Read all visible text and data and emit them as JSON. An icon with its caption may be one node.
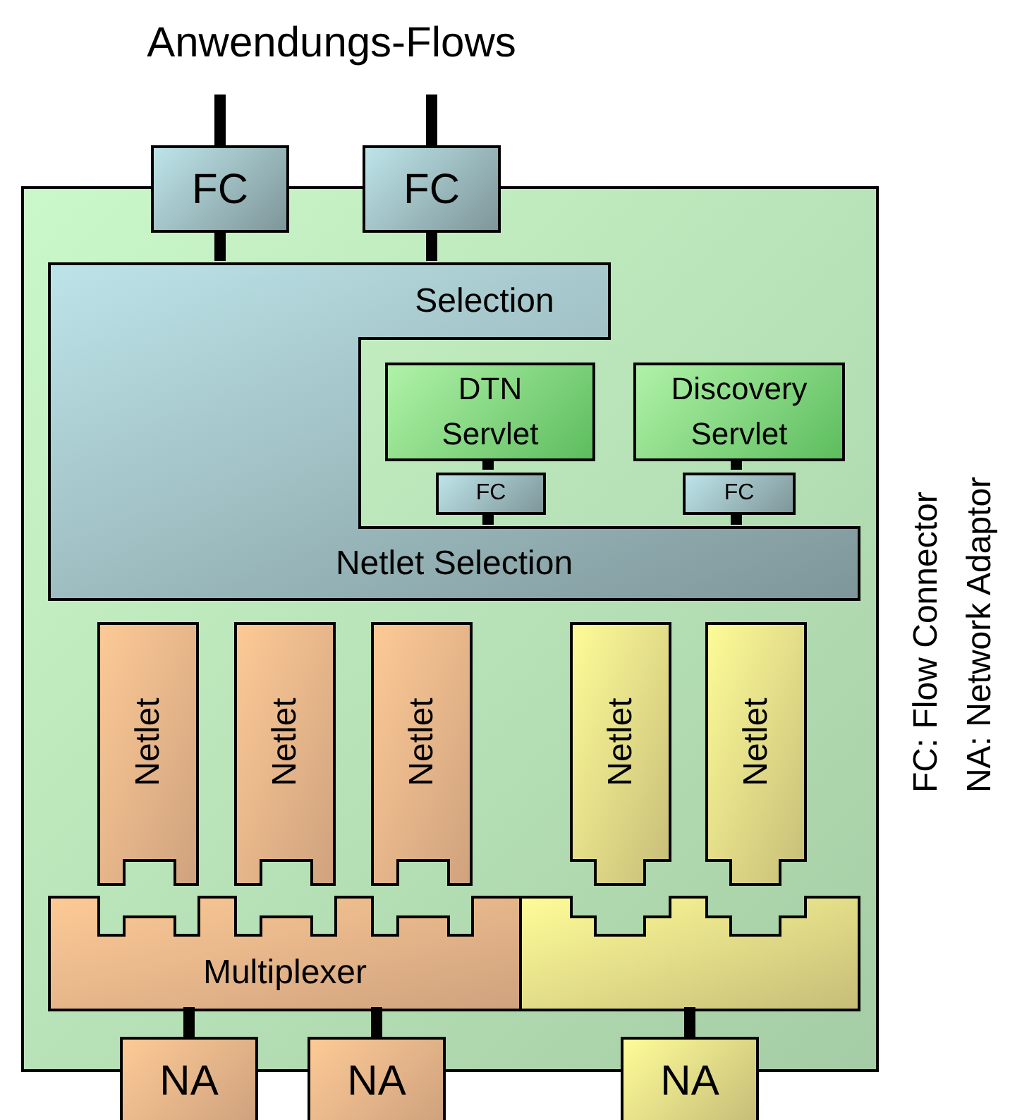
{
  "diagram": {
    "title": "Anwendungs-Flows",
    "nodes": [
      {
        "text": [],
        "shape": "box"
      },
      {
        "text": [
          "FC"
        ]
      },
      {
        "text": [
          "FC"
        ]
      },
      {
        "text": [
          "Selection",
          "Netlet Selection"
        ],
        "in": 0
      },
      {
        "text": [
          "DTN Servlet"
        ],
        "in": 0
      },
      {
        "text": [
          "Discovery Servlet"
        ],
        "in": 0
      },
      {
        "text": [
          "FC"
        ],
        "in": 0
      },
      {
        "text": [
          "FC"
        ],
        "in": 0
      },
      {
        "text": [
          "Netlet"
        ],
        "in": 0
      },
      {
        "text": [
          "Netlet"
        ],
        "in": 0
      },
      {
        "text": [
          "Netlet"
        ],
        "in": 0
      },
      {
        "text": [
          "Netlet"
        ],
        "in": 0
      },
      {
        "text": [
          "Netlet"
        ],
        "in": 0
      },
      {
        "text": [
          "Multiplexer"
        ],
        "in": 0
      },
      {
        "text": [],
        "shape": "box",
        "in": 0
      },
      {
        "text": [
          "NA"
        ]
      },
      {
        "text": [
          "NA"
        ]
      },
      {
        "text": [
          "NA"
        ]
      }
    ],
    "edges": [
      {
        "from": null,
        "to": 1,
        "arrow": "none"
      },
      {
        "from": null,
        "to": 2,
        "arrow": "none"
      },
      {
        "from": 1,
        "to": 3,
        "arrow": "none"
      },
      {
        "from": 2,
        "to": 3,
        "arrow": "none"
      },
      {
        "from": 4,
        "to": 6,
        "arrow": "none"
      },
      {
        "from": 6,
        "to": 3,
        "arrow": "none"
      },
      {
        "from": 5,
        "to": 7,
        "arrow": "none"
      },
      {
        "from": 7,
        "to": 3,
        "arrow": "none"
      },
      {
        "from": 13,
        "to": 15,
        "arrow": "none"
      },
      {
        "from": 13,
        "to": 16,
        "arrow": "none"
      },
      {
        "from": 14,
        "to": 17,
        "arrow": "none"
      }
    ],
    "labels": [
      "FC: Flow Connector",
      "NA: Network Adaptor"
    ]
  }
}
